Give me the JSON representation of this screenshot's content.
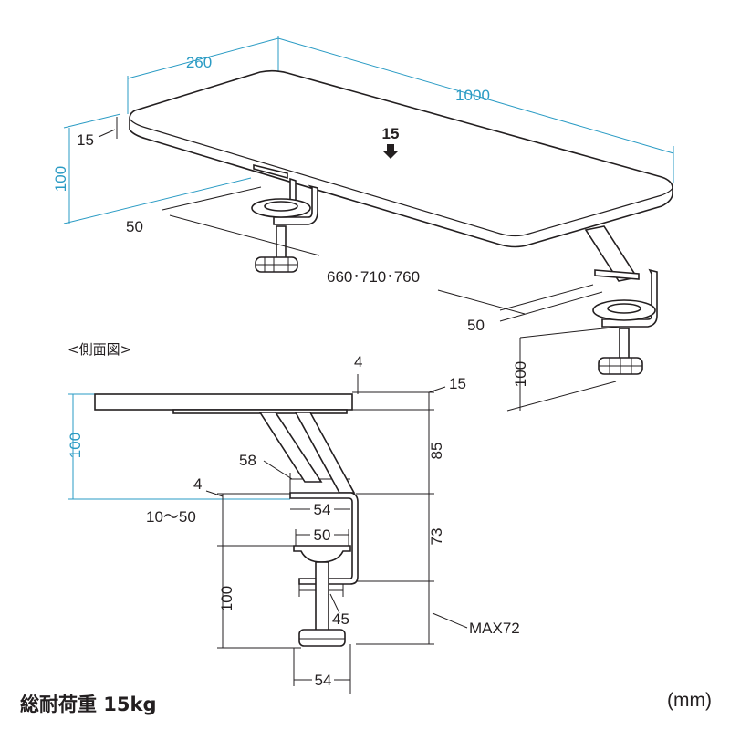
{
  "top_view": {
    "dims": {
      "width_260": "260",
      "length_1000": "1000",
      "thickness_15": "15",
      "height_100": "100",
      "depth_50_left": "50",
      "depth_50_right": "50",
      "clamp_spacing": "660･710･760",
      "height_100_right": "100",
      "load_point": "15"
    }
  },
  "side_view": {
    "title": "<側面図>",
    "dims": {
      "d4_top": "4",
      "d15": "15",
      "d100": "100",
      "d85": "85",
      "d58": "58",
      "d4_left": "4",
      "d54_upper": "54",
      "d10_50": "10〜50",
      "d50": "50",
      "d73": "73",
      "d100_lower": "100",
      "d45": "45",
      "max72": "MAX72",
      "d54_bottom": "54"
    }
  },
  "footer": {
    "load_label": "総耐荷重 15kg",
    "unit": "(mm)"
  },
  "colors": {
    "line": "#231f20",
    "dimension_blue": "#2a9bc4"
  }
}
